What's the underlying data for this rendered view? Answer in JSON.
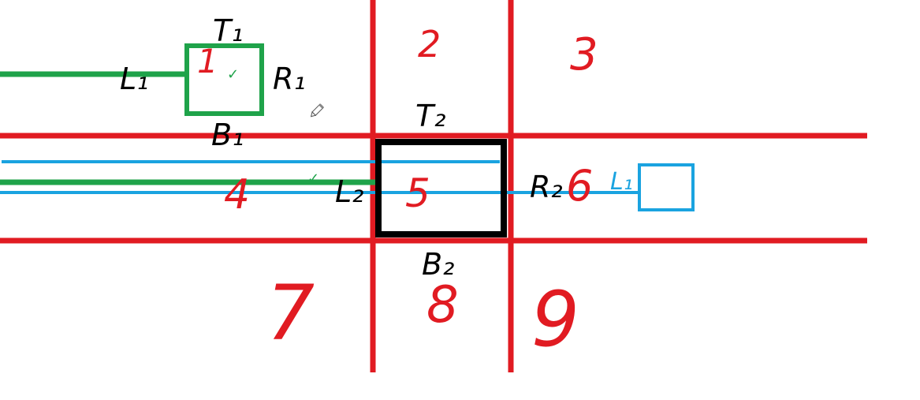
{
  "colors": {
    "grid_red": "#e11b22",
    "box_black": "#000000",
    "green": "#1fa34a",
    "blue": "#1aa3e0",
    "background": "#ffffff"
  },
  "icons": {
    "cursor": "pencil-icon"
  },
  "regions": [
    "1",
    "2",
    "3",
    "4",
    "5",
    "6",
    "7",
    "8",
    "9"
  ],
  "labels": {
    "t1": "T₁",
    "l1": "L₁",
    "r1": "R₁",
    "b1": "B₁",
    "t2": "T₂",
    "l2": "L₂",
    "r2": "R₂",
    "b2": "B₂",
    "l_blue": "L₁",
    "check_green_top": "✓",
    "check_green_mid": "✓"
  }
}
